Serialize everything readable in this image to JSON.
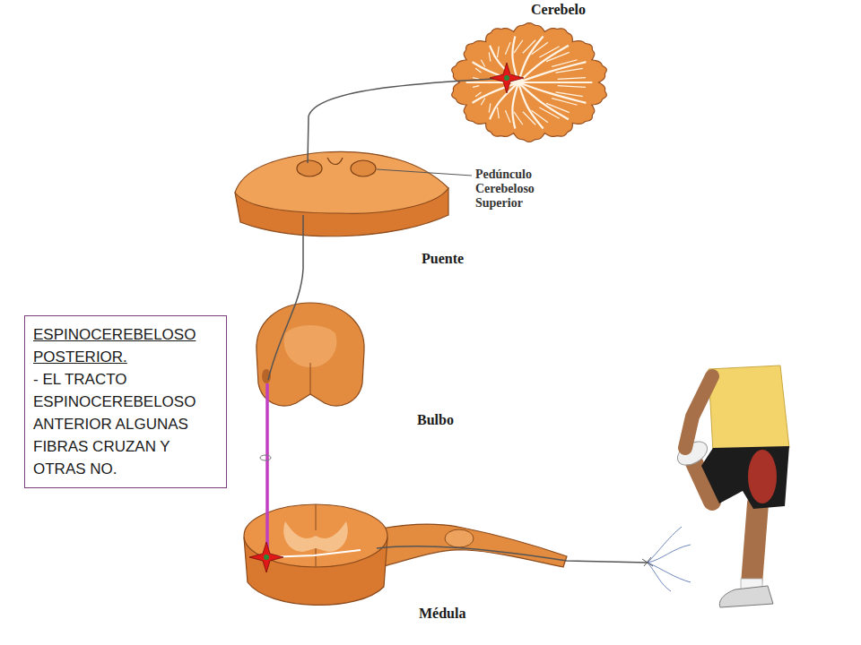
{
  "diagram": {
    "nodes": [
      {
        "text": [
          "ESPINOCEREBELOSO POSTERIOR.",
          "- EL TRACTO ESPINOCEREBELOSO ANTERIOR ALGUNAS FIBRAS CRUZAN Y OTRAS NO."
        ]
      }
    ],
    "labels": [
      "Cerebelo",
      "Pedúnculo Cerebeloso Superior",
      "Puente",
      "Bulbo",
      "Médula"
    ]
  }
}
